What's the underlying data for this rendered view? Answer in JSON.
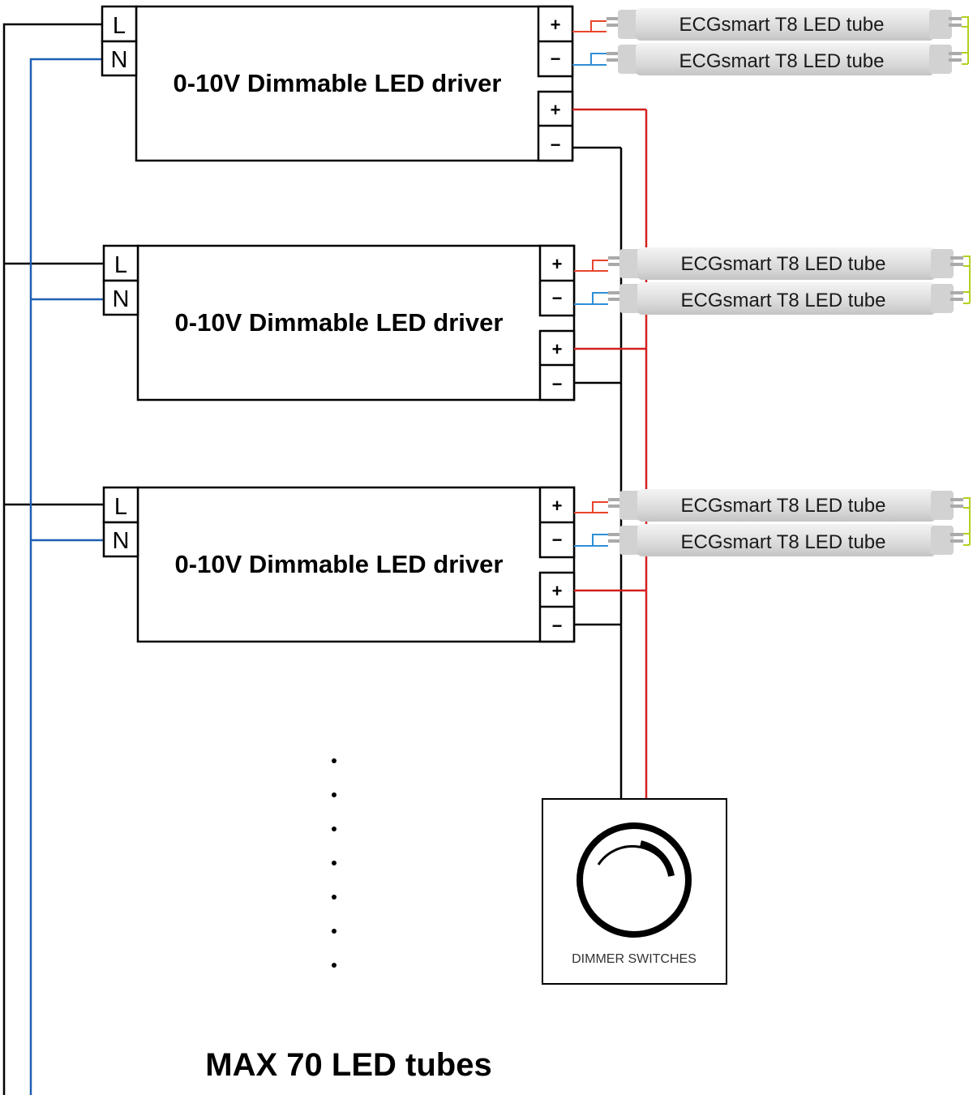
{
  "colors": {
    "live_wire": "#000000",
    "neutral_wire": "#1f5fb4",
    "positive_wire": "#e8452c",
    "negative_wire": "#2f8fd6",
    "dim_positive": "#d42020",
    "dim_negative": "#000000",
    "tube_bridge": "#b6cf20"
  },
  "drivers": [
    {
      "label": "0-10V Dimmable LED driver",
      "l_label": "L",
      "n_label": "N",
      "out_plus": "+",
      "out_minus": "−",
      "dim_plus": "+",
      "dim_minus": "−",
      "tubes": [
        "ECGsmart T8 LED tube",
        "ECGsmart T8 LED tube"
      ]
    },
    {
      "label": "0-10V Dimmable LED driver",
      "l_label": "L",
      "n_label": "N",
      "out_plus": "+",
      "out_minus": "−",
      "dim_plus": "+",
      "dim_minus": "−",
      "tubes": [
        "ECGsmart T8 LED tube",
        "ECGsmart T8 LED tube"
      ]
    },
    {
      "label": "0-10V Dimmable LED driver",
      "l_label": "L",
      "n_label": "N",
      "out_plus": "+",
      "out_minus": "−",
      "dim_plus": "+",
      "dim_minus": "−",
      "tubes": [
        "ECGsmart T8 LED tube",
        "ECGsmart T8 LED tube"
      ]
    }
  ],
  "continuation_dots": 7,
  "dimmer": {
    "label": "DIMMER SWITCHES",
    "icon": "dimmer-knob-icon"
  },
  "footer": "MAX 70 LED tubes"
}
